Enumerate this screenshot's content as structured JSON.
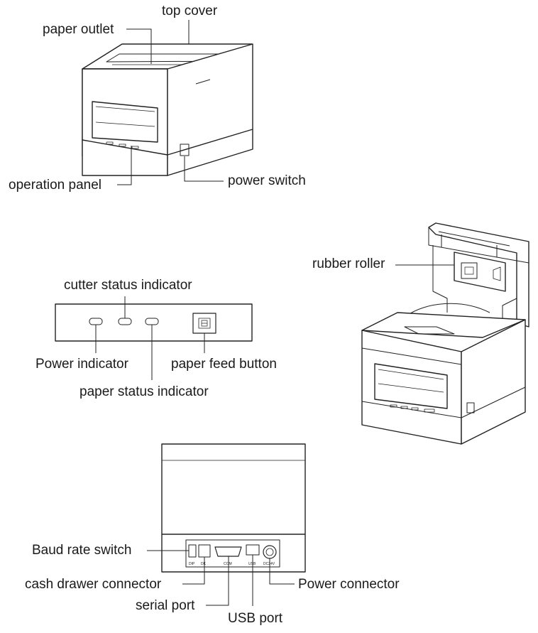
{
  "views": {
    "front": {
      "labels": {
        "top_cover": "top cover",
        "paper_outlet": "paper outlet",
        "operation_panel": "operation panel",
        "power_switch": "power switch"
      }
    },
    "panel": {
      "labels": {
        "cutter_status_indicator": "cutter status indicator",
        "power_indicator": "Power indicator",
        "paper_feed_button": "paper feed button",
        "paper_status_indicator": "paper status indicator"
      }
    },
    "open": {
      "labels": {
        "rubber_roller": "rubber roller"
      }
    },
    "back": {
      "labels": {
        "baud_rate_switch": "Baud rate switch",
        "cash_drawer_connector": "cash drawer connector",
        "serial_port": "serial port",
        "usb_port": "USB port",
        "power_connector": "Power connector"
      },
      "port_marks": {
        "dip": "DIP",
        "dk": "DK",
        "com": "COM",
        "usb": "USB",
        "dc": "DC24V"
      }
    }
  },
  "colors": {
    "line": "#222222",
    "text": "#1a1a1a",
    "background": "#ffffff"
  }
}
